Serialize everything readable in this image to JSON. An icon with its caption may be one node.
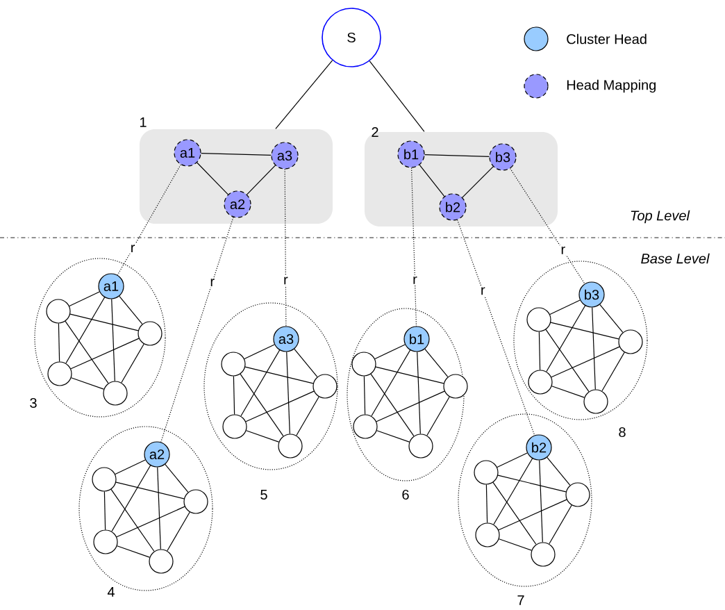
{
  "diagram": {
    "nodes": [
      {
        "text": [
          "S"
        ]
      },
      {
        "text": [
          "1"
        ]
      },
      {
        "text": [
          "2"
        ]
      },
      {
        "text": [
          "a1"
        ],
        "in": 1
      },
      {
        "text": [
          "a3"
        ],
        "in": 1
      },
      {
        "text": [
          "a2"
        ],
        "in": 1
      },
      {
        "text": [
          "b1"
        ],
        "in": 2
      },
      {
        "text": [
          "b3"
        ],
        "in": 2
      },
      {
        "text": [
          "b2"
        ],
        "in": 2
      },
      {
        "text": [
          "3"
        ]
      },
      {
        "text": [
          "a1"
        ],
        "in": 9
      },
      {
        "text": [],
        "shape": "circle",
        "in": 9
      },
      {
        "text": [],
        "shape": "circle",
        "in": 9
      },
      {
        "text": [],
        "shape": "circle",
        "in": 9
      },
      {
        "text": [],
        "shape": "circle",
        "in": 9
      },
      {
        "text": [
          "4"
        ]
      },
      {
        "text": [
          "a2"
        ],
        "in": 15
      },
      {
        "text": [],
        "shape": "circle",
        "in": 15
      },
      {
        "text": [],
        "shape": "circle",
        "in": 15
      },
      {
        "text": [],
        "shape": "circle",
        "in": 15
      },
      {
        "text": [],
        "shape": "circle",
        "in": 15
      },
      {
        "text": [
          "5"
        ]
      },
      {
        "text": [
          "a3"
        ],
        "in": 21
      },
      {
        "text": [],
        "shape": "circle",
        "in": 21
      },
      {
        "text": [],
        "shape": "circle",
        "in": 21
      },
      {
        "text": [],
        "shape": "circle",
        "in": 21
      },
      {
        "text": [],
        "shape": "circle",
        "in": 21
      },
      {
        "text": [
          "6"
        ]
      },
      {
        "text": [
          "b1"
        ],
        "in": 27
      },
      {
        "text": [],
        "shape": "circle",
        "in": 27
      },
      {
        "text": [],
        "shape": "circle",
        "in": 27
      },
      {
        "text": [],
        "shape": "circle",
        "in": 27
      },
      {
        "text": [],
        "shape": "circle",
        "in": 27
      },
      {
        "text": [
          "7"
        ]
      },
      {
        "text": [
          "b2"
        ],
        "in": 33
      },
      {
        "text": [],
        "shape": "circle",
        "in": 33
      },
      {
        "text": [],
        "shape": "circle",
        "in": 33
      },
      {
        "text": [],
        "shape": "circle",
        "in": 33
      },
      {
        "text": [],
        "shape": "circle",
        "in": 33
      },
      {
        "text": [
          "8"
        ]
      },
      {
        "text": [
          "b3"
        ],
        "in": 39
      },
      {
        "text": [],
        "shape": "circle",
        "in": 39
      },
      {
        "text": [],
        "shape": "circle",
        "in": 39
      },
      {
        "text": [],
        "shape": "circle",
        "in": 39
      },
      {
        "text": [],
        "shape": "circle",
        "in": 39
      }
    ],
    "edges": [
      {
        "from": 0,
        "to": 1,
        "arrow": "none"
      },
      {
        "from": 0,
        "to": 2,
        "arrow": "none"
      },
      {
        "from": 3,
        "to": 4,
        "arrow": "none"
      },
      {
        "from": 3,
        "to": 5,
        "arrow": "none"
      },
      {
        "from": 4,
        "to": 5,
        "arrow": "none"
      },
      {
        "from": 6,
        "to": 7,
        "arrow": "none"
      },
      {
        "from": 6,
        "to": 8,
        "arrow": "none"
      },
      {
        "from": 7,
        "to": 8,
        "arrow": "none"
      },
      {
        "from": 3,
        "to": 10,
        "arrow": "none",
        "label": "r",
        "style": "dashed"
      },
      {
        "from": 5,
        "to": 16,
        "arrow": "none",
        "label": "r",
        "style": "dashed"
      },
      {
        "from": 4,
        "to": 22,
        "arrow": "none",
        "label": "r",
        "style": "dashed"
      },
      {
        "from": 6,
        "to": 28,
        "arrow": "none",
        "label": "r",
        "style": "dashed"
      },
      {
        "from": 8,
        "to": 34,
        "arrow": "none",
        "label": "r",
        "style": "dashed"
      },
      {
        "from": 7,
        "to": 40,
        "arrow": "none",
        "label": "r",
        "style": "dashed"
      },
      {
        "from": 10,
        "to": 11,
        "arrow": "none"
      },
      {
        "from": 10,
        "to": 12,
        "arrow": "none"
      },
      {
        "from": 10,
        "to": 13,
        "arrow": "none"
      },
      {
        "from": 10,
        "to": 14,
        "arrow": "none"
      },
      {
        "from": 11,
        "to": 12,
        "arrow": "none"
      },
      {
        "from": 11,
        "to": 13,
        "arrow": "none"
      },
      {
        "from": 11,
        "to": 14,
        "arrow": "none"
      },
      {
        "from": 12,
        "to": 13,
        "arrow": "none"
      },
      {
        "from": 12,
        "to": 14,
        "arrow": "none"
      },
      {
        "from": 13,
        "to": 14,
        "arrow": "none"
      },
      {
        "from": 16,
        "to": 17,
        "arrow": "none"
      },
      {
        "from": 16,
        "to": 18,
        "arrow": "none"
      },
      {
        "from": 16,
        "to": 19,
        "arrow": "none"
      },
      {
        "from": 16,
        "to": 20,
        "arrow": "none"
      },
      {
        "from": 17,
        "to": 18,
        "arrow": "none"
      },
      {
        "from": 17,
        "to": 19,
        "arrow": "none"
      },
      {
        "from": 17,
        "to": 20,
        "arrow": "none"
      },
      {
        "from": 18,
        "to": 19,
        "arrow": "none"
      },
      {
        "from": 18,
        "to": 20,
        "arrow": "none"
      },
      {
        "from": 19,
        "to": 20,
        "arrow": "none"
      },
      {
        "from": 22,
        "to": 23,
        "arrow": "none"
      },
      {
        "from": 22,
        "to": 24,
        "arrow": "none"
      },
      {
        "from": 22,
        "to": 25,
        "arrow": "none"
      },
      {
        "from": 22,
        "to": 26,
        "arrow": "none"
      },
      {
        "from": 23,
        "to": 24,
        "arrow": "none"
      },
      {
        "from": 23,
        "to": 25,
        "arrow": "none"
      },
      {
        "from": 23,
        "to": 26,
        "arrow": "none"
      },
      {
        "from": 24,
        "to": 25,
        "arrow": "none"
      },
      {
        "from": 24,
        "to": 26,
        "arrow": "none"
      },
      {
        "from": 25,
        "to": 26,
        "arrow": "none"
      },
      {
        "from": 28,
        "to": 29,
        "arrow": "none"
      },
      {
        "from": 28,
        "to": 30,
        "arrow": "none"
      },
      {
        "from": 28,
        "to": 31,
        "arrow": "none"
      },
      {
        "from": 28,
        "to": 32,
        "arrow": "none"
      },
      {
        "from": 29,
        "to": 30,
        "arrow": "none"
      },
      {
        "from": 29,
        "to": 31,
        "arrow": "none"
      },
      {
        "from": 29,
        "to": 32,
        "arrow": "none"
      },
      {
        "from": 30,
        "to": 31,
        "arrow": "none"
      },
      {
        "from": 30,
        "to": 32,
        "arrow": "none"
      },
      {
        "from": 31,
        "to": 32,
        "arrow": "none"
      },
      {
        "from": 34,
        "to": 35,
        "arrow": "none"
      },
      {
        "from": 34,
        "to": 36,
        "arrow": "none"
      },
      {
        "from": 34,
        "to": 37,
        "arrow": "none"
      },
      {
        "from": 34,
        "to": 38,
        "arrow": "none"
      },
      {
        "from": 35,
        "to": 36,
        "arrow": "none"
      },
      {
        "from": 35,
        "to": 37,
        "arrow": "none"
      },
      {
        "from": 35,
        "to": 38,
        "arrow": "none"
      },
      {
        "from": 36,
        "to": 37,
        "arrow": "none"
      },
      {
        "from": 36,
        "to": 38,
        "arrow": "none"
      },
      {
        "from": 37,
        "to": 38,
        "arrow": "none"
      },
      {
        "from": 40,
        "to": 41,
        "arrow": "none"
      },
      {
        "from": 40,
        "to": 42,
        "arrow": "none"
      },
      {
        "from": 40,
        "to": 43,
        "arrow": "none"
      },
      {
        "from": 40,
        "to": 44,
        "arrow": "none"
      },
      {
        "from": 41,
        "to": 42,
        "arrow": "none"
      },
      {
        "from": 41,
        "to": 43,
        "arrow": "none"
      },
      {
        "from": 41,
        "to": 44,
        "arrow": "none"
      },
      {
        "from": 42,
        "to": 43,
        "arrow": "none"
      },
      {
        "from": 42,
        "to": 44,
        "arrow": "none"
      },
      {
        "from": 43,
        "to": 44,
        "arrow": "none"
      }
    ],
    "labels": [
      "Top Level",
      "Base Level"
    ],
    "legend": [
      {
        "text": "Cluster Head",
        "color": "#99ccff"
      },
      {
        "text": "Head Mapping",
        "color": "#9999ff"
      }
    ]
  }
}
